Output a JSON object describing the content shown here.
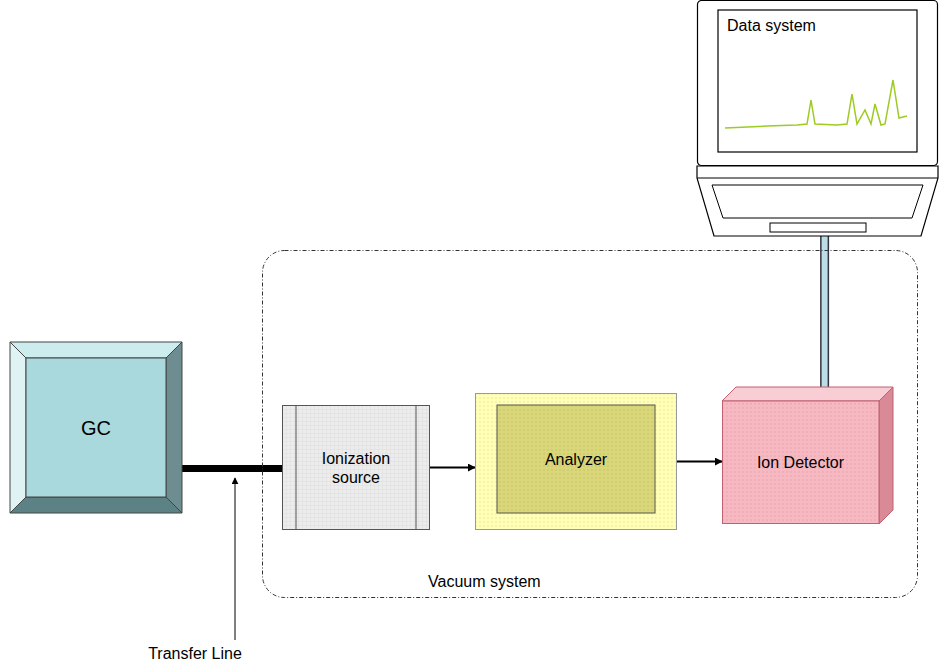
{
  "diagram": {
    "nodes": [
      {
        "text": [
          "GC"
        ]
      },
      {
        "text": [
          "Vacuum system"
        ]
      },
      {
        "text": [
          "Ionization source"
        ],
        "in": 1
      },
      {
        "text": [
          "Analyzer"
        ],
        "in": 1
      },
      {
        "text": [
          "Ion Detector"
        ],
        "in": 1
      },
      {
        "text": [
          "Data system"
        ]
      }
    ],
    "edges": [
      {
        "from": 0,
        "to": 2,
        "arrow": "none"
      },
      {
        "from": 2,
        "to": 3,
        "arrow": "to"
      },
      {
        "from": 3,
        "to": 4,
        "arrow": "to"
      },
      {
        "from": 4,
        "to": 5,
        "arrow": "none"
      }
    ],
    "labels": [
      "Transfer Line"
    ]
  }
}
